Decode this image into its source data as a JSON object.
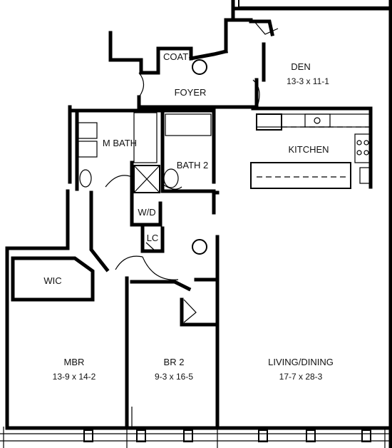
{
  "rooms": {
    "coat": "COAT",
    "den": {
      "name": "DEN",
      "dims": "13-3 x 11-1"
    },
    "foyer": "FOYER",
    "master_bath": "M BATH",
    "kitchen": "KITCHEN",
    "bath2": "BATH 2",
    "wd": "W/D",
    "lc": "LC",
    "wic": "WIC",
    "mbr": {
      "name": "MBR",
      "dims": "13-9 x 14-2"
    },
    "br2": {
      "name": "BR 2",
      "dims": "9-3 x 16-5"
    },
    "living": {
      "name": "LIVING/DINING",
      "dims": "17-7 x 28-3"
    }
  }
}
